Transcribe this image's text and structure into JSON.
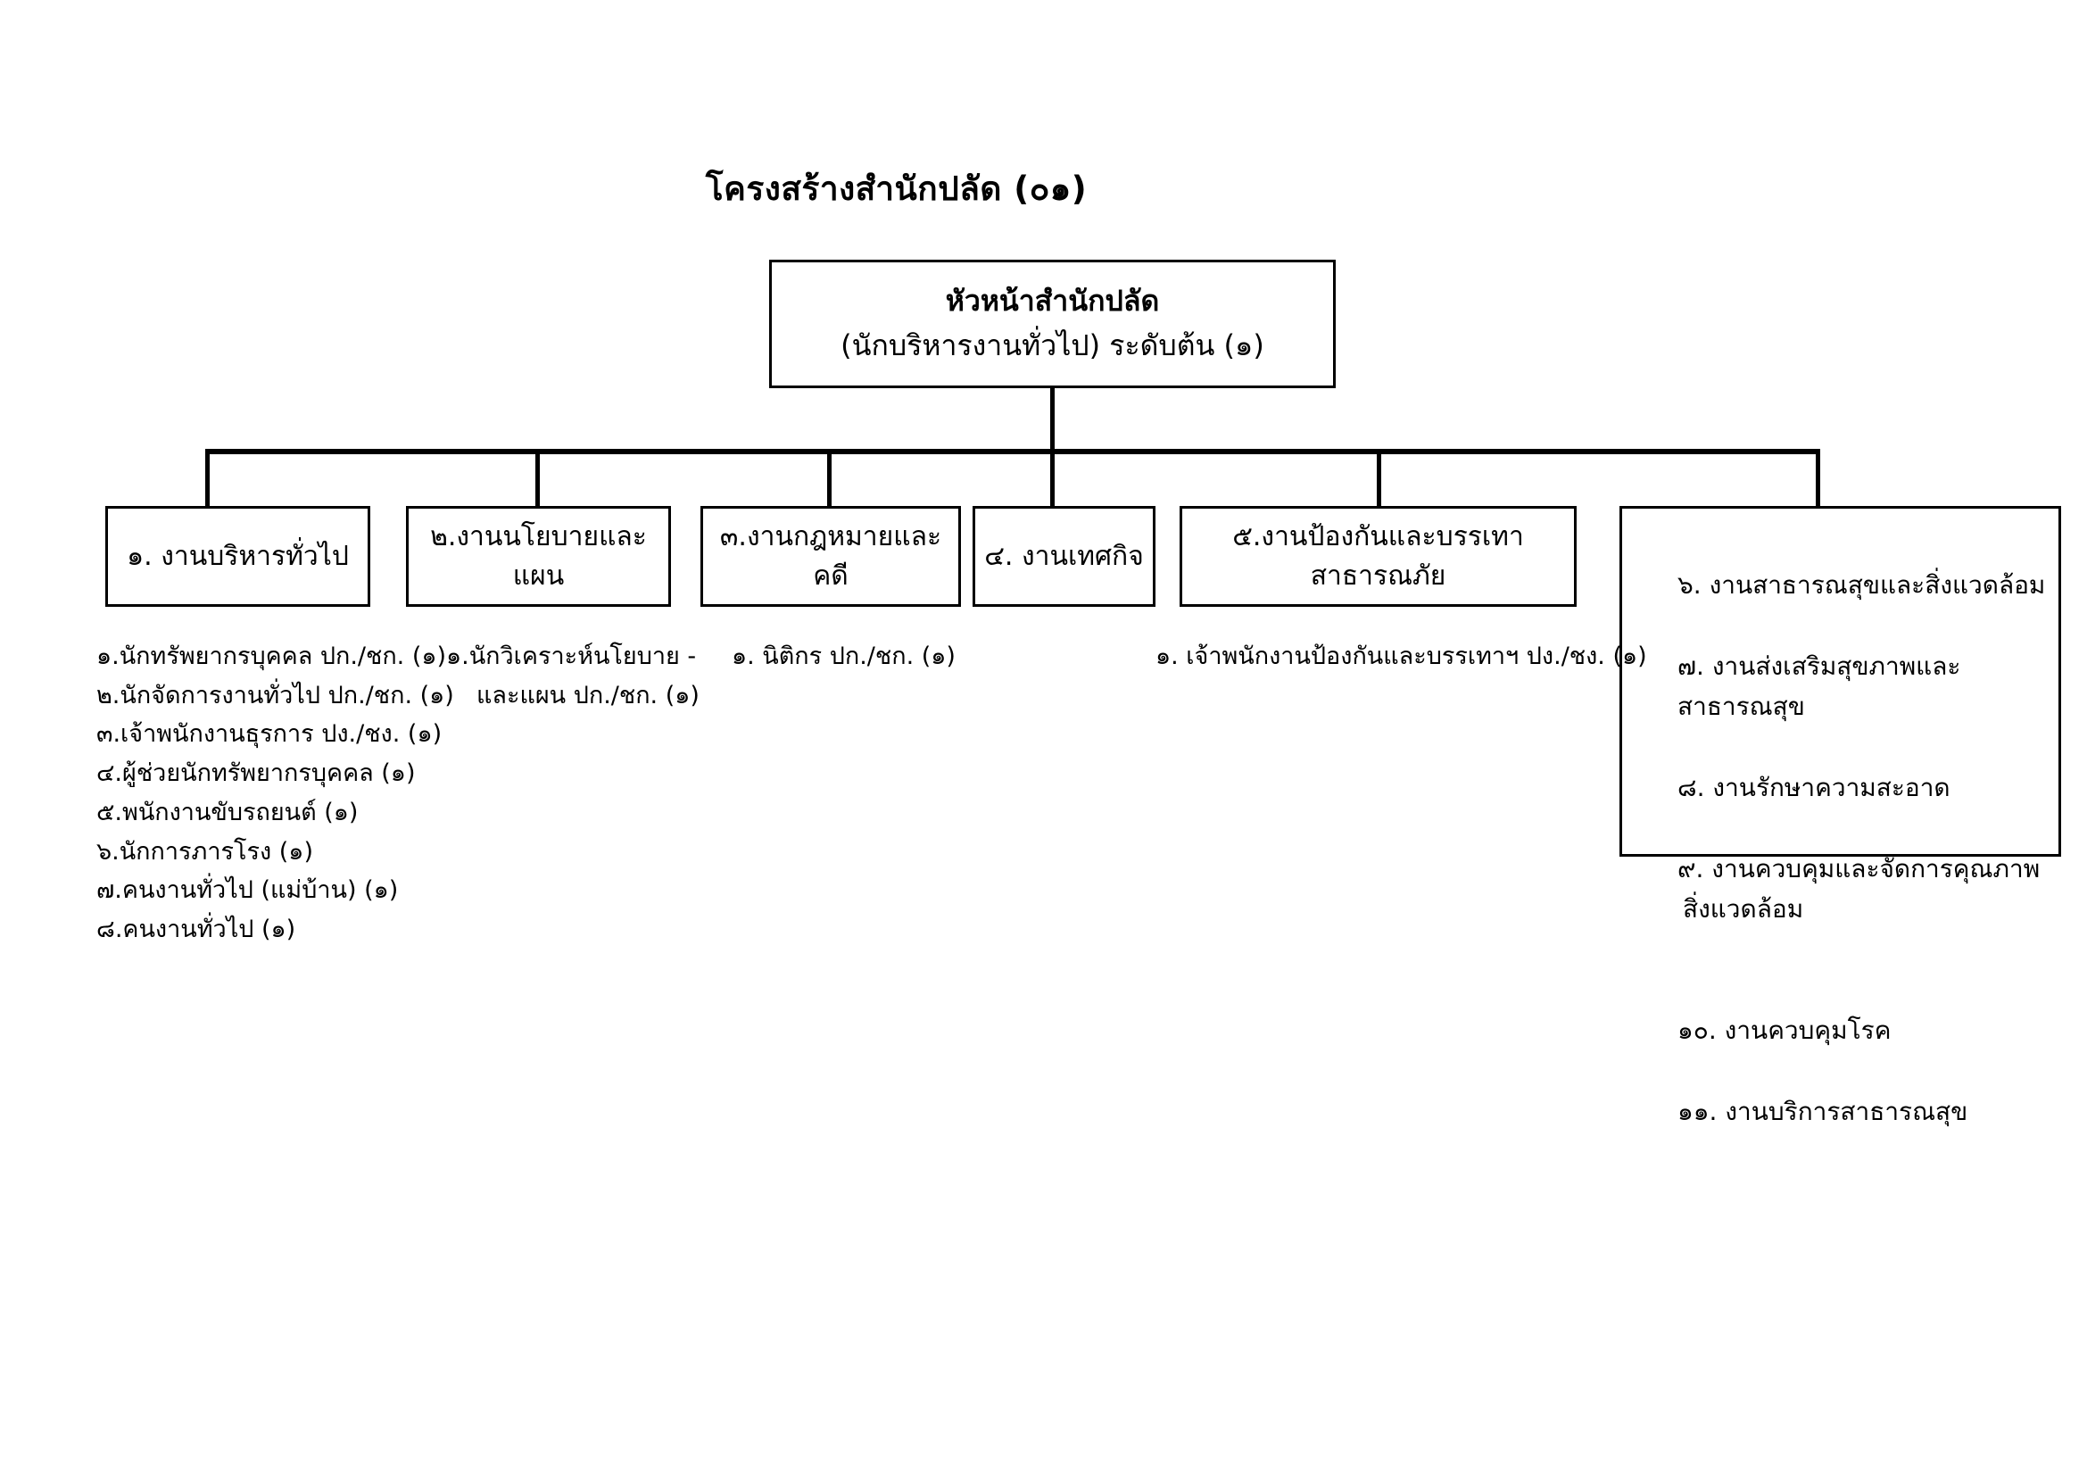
{
  "title": "โครงสร้างสำนักปลัด (๐๑)",
  "root": {
    "line1": "หัวหน้าสำนักปลัด",
    "line2": "(นักบริหารงานทั่วไป) ระดับต้น (๑)"
  },
  "departments": [
    {
      "label": "๑. งานบริหารทั่วไป"
    },
    {
      "label": "๒.งานนโยบายและแผน"
    },
    {
      "label": "๓.งานกฎหมายและคดี"
    },
    {
      "label": "๔. งานเทศกิจ"
    },
    {
      "label": "๕.งานป้องกันและบรรเทาสาธารณภัย"
    }
  ],
  "units_box": {
    "items": [
      {
        "label": "๖.  งานสาธารณสุขและสิ่งแวดล้อม"
      },
      {
        "label": "๗.  งานส่งเสริมสุขภาพและสาธารณสุข"
      },
      {
        "label": "๘.  งานรักษาความสะอาด"
      },
      {
        "label": "๙.  งานควบคุมและจัดการคุณภาพ",
        "cont": "สิ่งแวดล้อม"
      },
      {
        "label": "๑๐.  งานควบคุมโรค"
      },
      {
        "label": "๑๑.  งานบริการสาธารณสุข"
      }
    ]
  },
  "staff": {
    "col1": [
      {
        "label": "๑.นักทรัพยากรบุคคล ปก./ชก. (๑)"
      },
      {
        "label": "๒.นักจัดการงานทั่วไป ปก./ชก. (๑)"
      },
      {
        "label": "๓.เจ้าพนักงานธุรการ ปง./ชง. (๑)"
      },
      {
        "label": "๔.ผู้ช่วยนักทรัพยากรบุคคล (๑)"
      },
      {
        "label": "๕.พนักงานขับรถยนต์ (๑)"
      },
      {
        "label": "๖.นักการภารโรง (๑)"
      },
      {
        "label": "๗.คนงานทั่วไป (แม่บ้าน) (๑)"
      },
      {
        "label": "๘.คนงานทั่วไป (๑)"
      }
    ],
    "col2": [
      {
        "label": "๑.นักวิเคราะห์นโยบาย -",
        "cont": "และแผน ปก./ชก. (๑)"
      }
    ],
    "col3": [
      {
        "label": "๑.  นิติกร  ปก./ชก. (๑)"
      }
    ],
    "col5": [
      {
        "label": "๑.  เจ้าพนักงานป้องกันและบรรเทาฯ ปง./ชง. (๑)"
      }
    ]
  },
  "colors": {
    "line": "#000000",
    "background": "#ffffff",
    "text": "#000000"
  }
}
